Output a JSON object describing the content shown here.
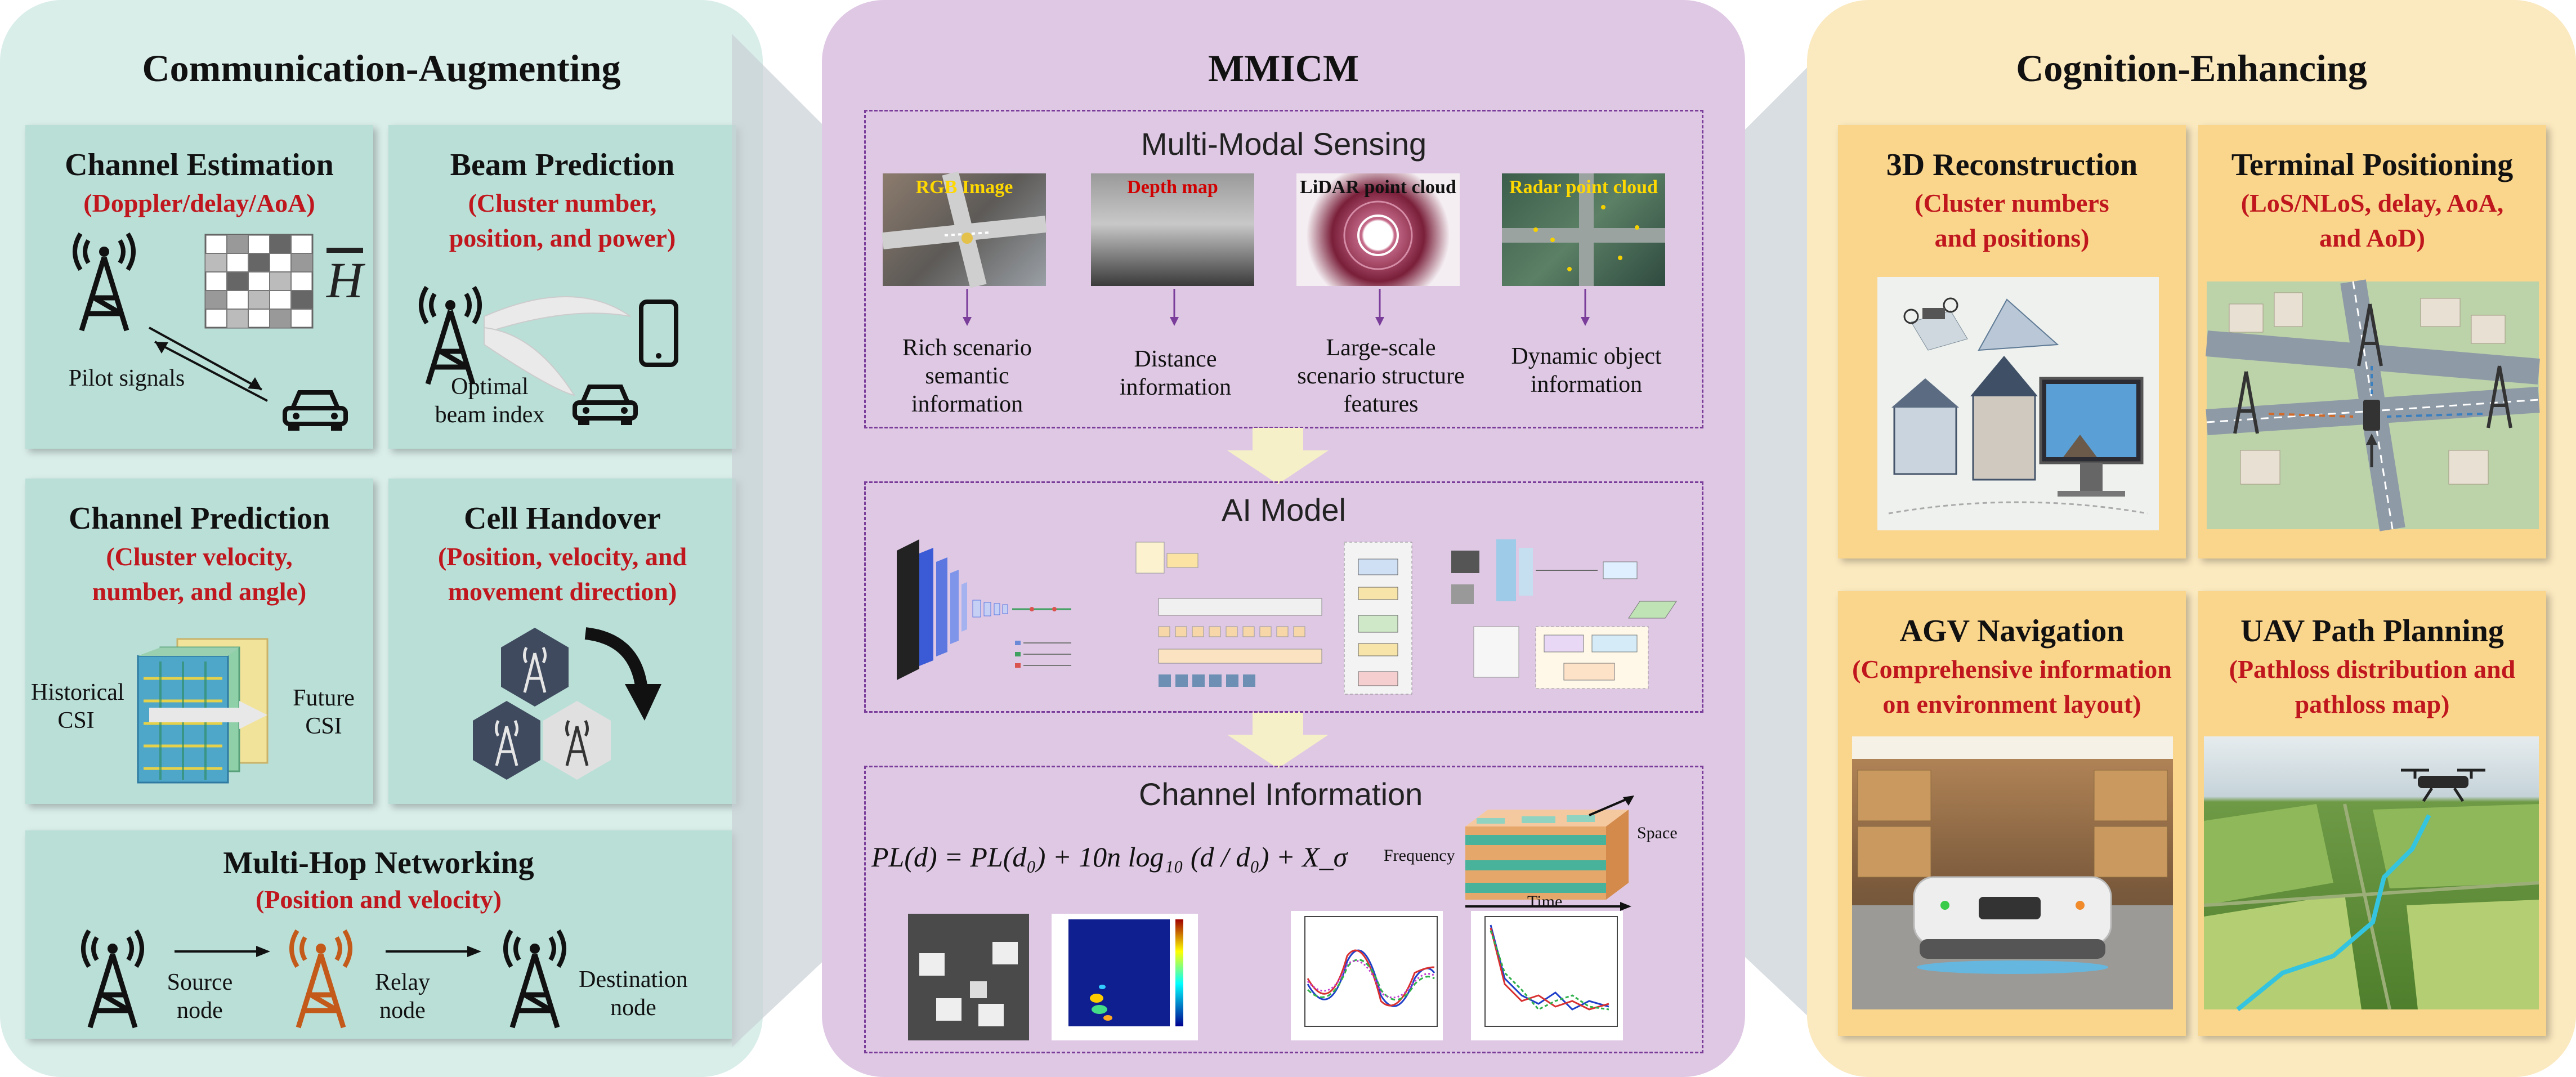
{
  "left": {
    "title": "Communication-Augmenting",
    "channel_estimation": {
      "title": "Channel Estimation",
      "subtitle": "(Doppler/delay/AoA)",
      "pilot": "Pilot signals",
      "h_symbol": "H"
    },
    "beam_prediction": {
      "title": "Beam Prediction",
      "subtitle_1": "(Cluster number,",
      "subtitle_2": "position, and power)",
      "optimal_1": "Optimal",
      "optimal_2": "beam index"
    },
    "channel_prediction": {
      "title": "Channel Prediction",
      "subtitle_1": "(Cluster velocity,",
      "subtitle_2": "number, and angle)",
      "hist_1": "Historical",
      "hist_2": "CSI",
      "future_1": "Future",
      "future_2": "CSI"
    },
    "cell_handover": {
      "title": "Cell Handover",
      "subtitle_1": "(Position, velocity, and",
      "subtitle_2": "movement direction)"
    },
    "multi_hop": {
      "title": "Multi-Hop Networking",
      "subtitle": "(Position and velocity)",
      "source_1": "Source",
      "source_2": "node",
      "relay_1": "Relay",
      "relay_2": "node",
      "dest_1": "Destination",
      "dest_2": "node"
    }
  },
  "middle": {
    "title": "MMICM",
    "sensing": {
      "title": "Multi-Modal Sensing",
      "thumbs": [
        "RGB Image",
        "Depth map",
        "LiDAR point cloud",
        "Radar point cloud"
      ],
      "labels": [
        [
          "Rich scenario",
          "semantic",
          "information"
        ],
        [
          "Distance",
          "information"
        ],
        [
          "Large-scale",
          "scenario structure",
          "features"
        ],
        [
          "Dynamic object",
          "information"
        ]
      ]
    },
    "ai_model": {
      "title": "AI Model"
    },
    "channel_info": {
      "title": "Channel Information",
      "formula": "PL(d) = PL(d₀) + 10n log₁₀ (d / d₀) + X_σ",
      "frequency": "Frequency",
      "space": "Space",
      "time": "Time"
    }
  },
  "right": {
    "title": "Cognition-Enhancing",
    "reconstruction": {
      "title": "3D Reconstruction",
      "subtitle_1": "(Cluster numbers",
      "subtitle_2": "and positions)"
    },
    "positioning": {
      "title": "Terminal Positioning",
      "subtitle_1": "(LoS/NLoS, delay, AoA,",
      "subtitle_2": "and AoD)"
    },
    "agv": {
      "title": "AGV Navigation",
      "subtitle_1": "(Comprehensive information",
      "subtitle_2": "on environment layout)"
    },
    "uav": {
      "title": "UAV Path Planning",
      "subtitle_1": "(Pathloss distribution and",
      "subtitle_2": "pathloss map)"
    }
  },
  "colors": {
    "left_panel": "#d9ede9",
    "left_card": "#b9dfd7",
    "middle_panel": "#dfc8e4",
    "right_panel": "#fbe9bf",
    "right_card": "#fad58c",
    "red": "#c0161d",
    "relay": "#c45a1a"
  }
}
